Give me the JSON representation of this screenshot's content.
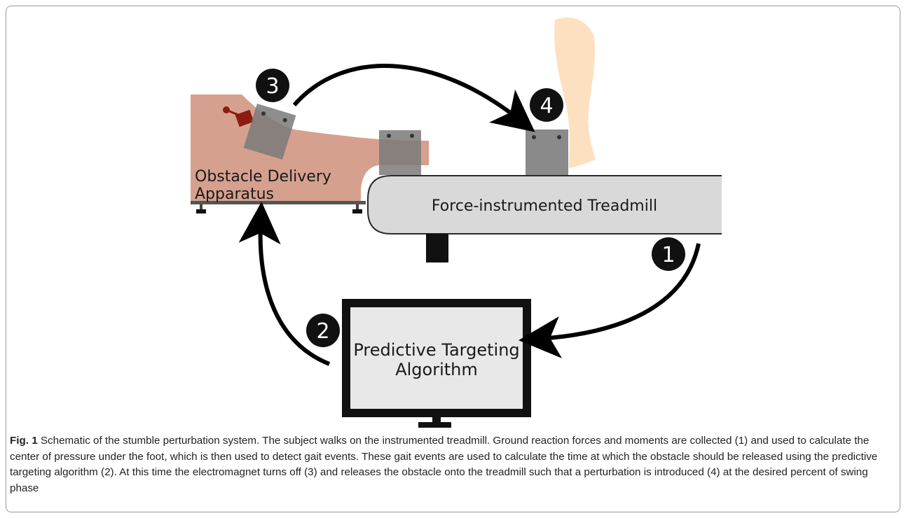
{
  "diagram": {
    "labels": {
      "apparatus_line1": "Obstacle Delivery",
      "apparatus_line2": "Apparatus",
      "treadmill": "Force-instrumented Treadmill",
      "algorithm_line1": "Predictive Targeting",
      "algorithm_line2": "Algorithm"
    },
    "steps": [
      "1",
      "2",
      "3",
      "4"
    ],
    "colors": {
      "apparatus": "#d6a08f",
      "treadmill": "#d9d9d9",
      "monitor_screen": "#e8e8e8",
      "obstacle": "#808080",
      "leg": "#fde0c0",
      "magnet": "#8b1c12",
      "badge": "#111111"
    }
  },
  "caption": {
    "label": "Fig. 1",
    "text": "Schematic of the stumble perturbation system. The subject walks on the instrumented treadmill. Ground reaction forces and moments are collected (1) and used to calculate the center of pressure under the foot, which is then used to detect gait events. These gait events are used to calculate the time at which the obstacle should be released using the predictive targeting algorithm (2). At this time the electromagnet turns off (3) and releases the obstacle onto the treadmill such that a perturbation is introduced (4) at the desired percent of swing phase"
  }
}
